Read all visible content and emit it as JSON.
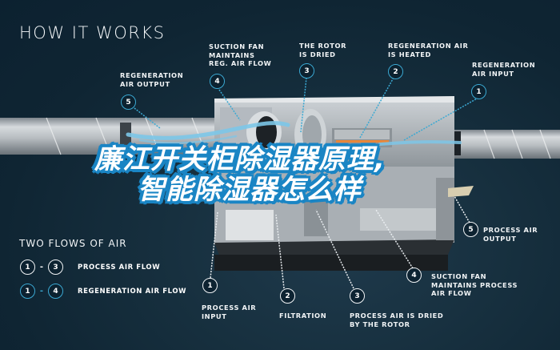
{
  "header": {
    "title": "HOW IT WORKS"
  },
  "overlay_title": {
    "line1": "廉江开关柜除湿器原理,",
    "line2": "智能除湿器怎么样"
  },
  "callouts_top": [
    {
      "num": "5",
      "label": "REGENERATION\nAIR OUTPUT"
    },
    {
      "num": "4",
      "label": "SUCTION FAN\nMAINTAINS\nREG. AIR FLOW"
    },
    {
      "num": "3",
      "label": "THE ROTOR\nIS DRIED"
    },
    {
      "num": "2",
      "label": "REGENERATION AIR\nIS HEATED"
    },
    {
      "num": "1",
      "label": "REGENERATION\nAIR INPUT"
    }
  ],
  "callouts_bottom": [
    {
      "num": "1",
      "label": "PROCESS AIR\nINPUT"
    },
    {
      "num": "2",
      "label": "FILTRATION"
    },
    {
      "num": "3",
      "label": "PROCESS AIR IS DRIED\nBY THE ROTOR"
    },
    {
      "num": "4",
      "label": "SUCTION FAN\nMAINTAINS PROCESS\nAIR FLOW"
    },
    {
      "num": "5",
      "label": "PROCESS AIR\nOUTPUT"
    }
  ],
  "legend": {
    "title": "TWO FLOWS OF AIR",
    "rows": [
      {
        "from": "1",
        "to": "3",
        "label": "PROCESS AIR FLOW"
      },
      {
        "from": "1",
        "to": "4",
        "label": "REGENERATION AIR FLOW"
      }
    ]
  },
  "colors": {
    "background": "#0f2533",
    "regeneration_accent": "#3ba9d3",
    "process_accent": "#f1f4f6",
    "overlay_outline": "#1a85c4"
  }
}
